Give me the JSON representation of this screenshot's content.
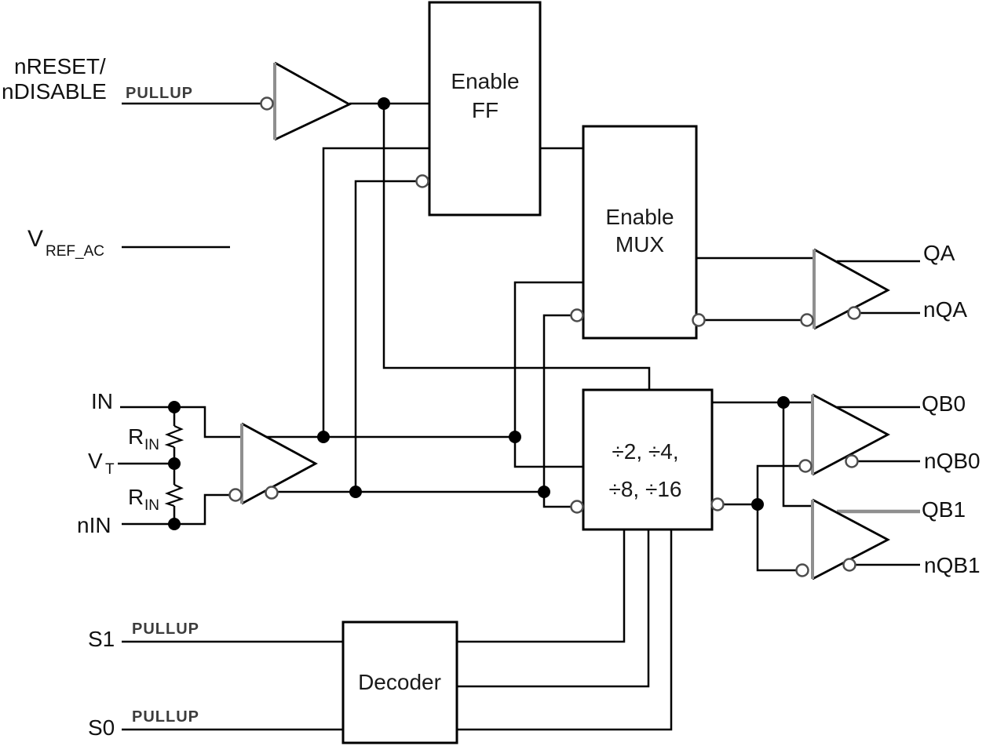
{
  "diagram_type": "functional-block-diagram",
  "colors": {
    "background": "#ffffff",
    "wire": "#000000",
    "gray_accent": "#8f8f8f",
    "text": "#111111"
  },
  "blocks": {
    "enable_ff": {
      "line1": "Enable",
      "line2": "FF"
    },
    "enable_mux": {
      "line1": "Enable",
      "line2": "MUX"
    },
    "divider": {
      "line1": "÷2, ÷4,",
      "line2": "÷8, ÷16"
    },
    "decoder": {
      "label": "Decoder"
    }
  },
  "ports": {
    "nreset_line1": "nRESET/",
    "nreset_line2": "nDISABLE",
    "pullup": "PULLUP",
    "vref_main": "V",
    "vref_sub": "REF_AC",
    "in": "IN",
    "rin_main": "R",
    "rin_sub": "IN",
    "vt_main": "V",
    "vt_sub": "T",
    "nin": "nIN",
    "s1": "S1",
    "s0": "S0",
    "qa": "QA",
    "nqa": "nQA",
    "qb0": "QB0",
    "nqb0": "nQB0",
    "qb1": "QB1",
    "nqb1": "nQB1"
  }
}
